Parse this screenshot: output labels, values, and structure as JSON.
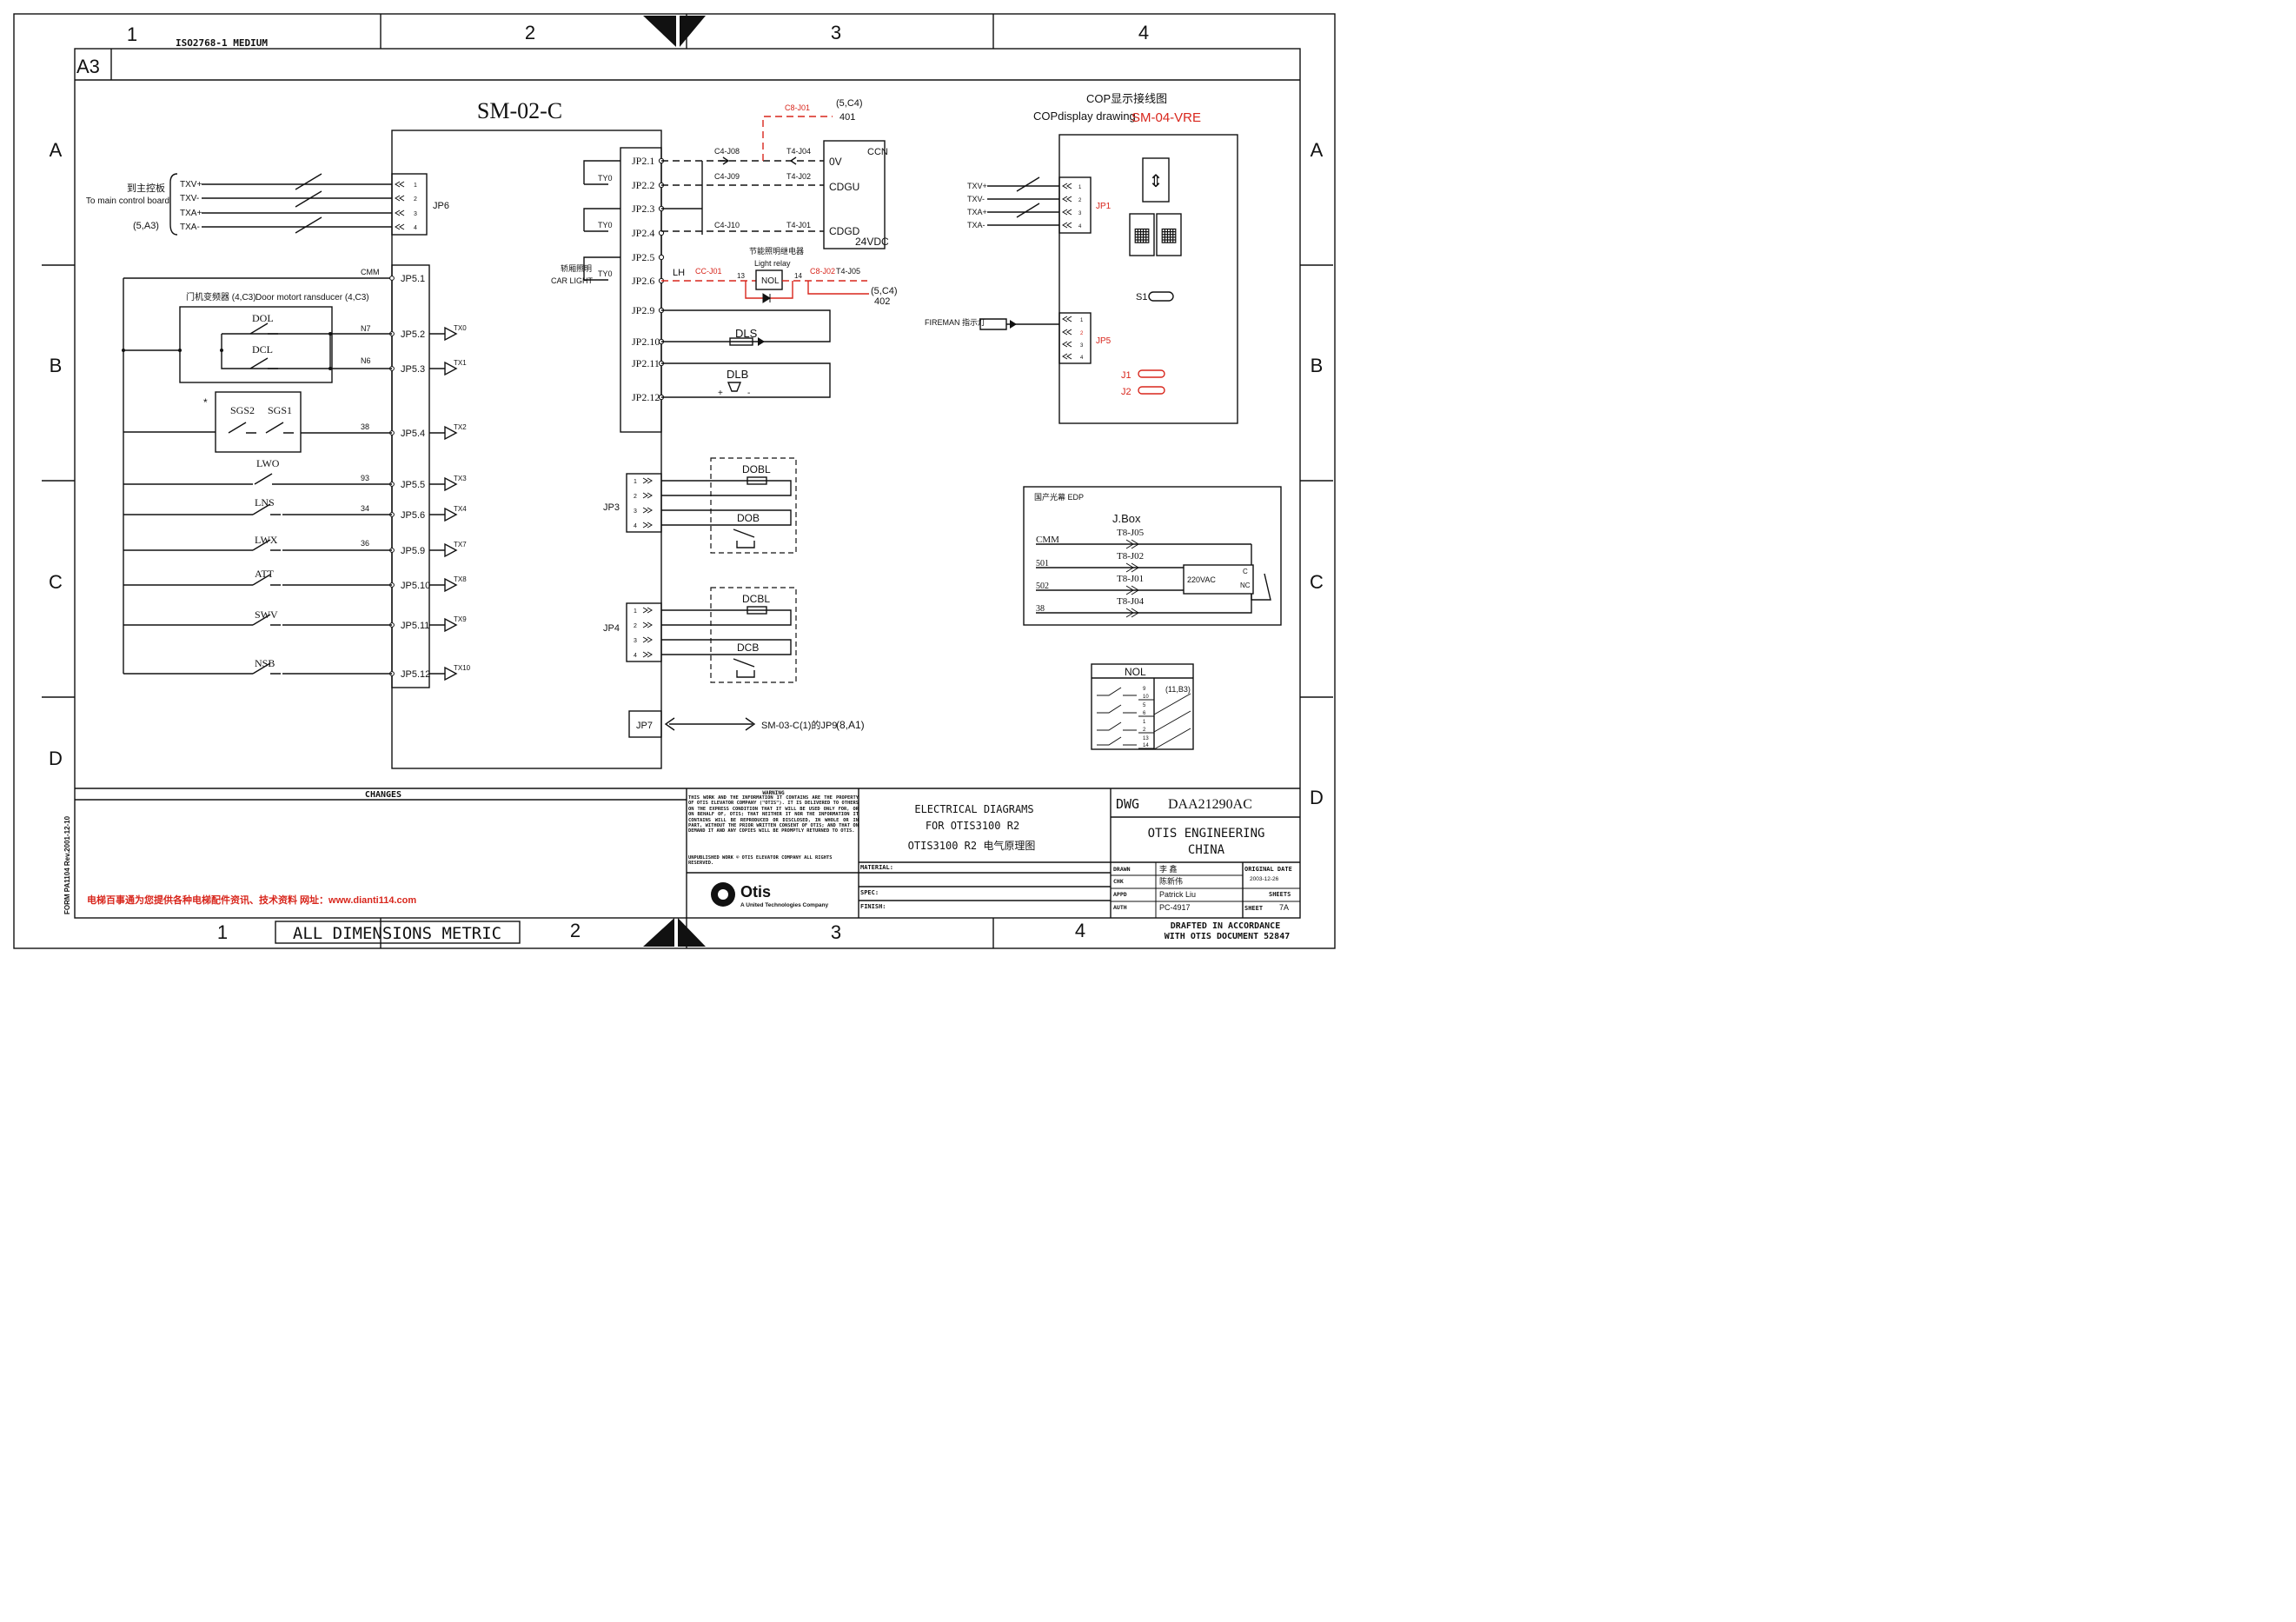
{
  "frame": {
    "zones_top": [
      "1",
      "2",
      "3",
      "4"
    ],
    "zones_bottom": [
      "1",
      "2",
      "3",
      "4"
    ],
    "rows_left": [
      "A",
      "B",
      "C",
      "D"
    ],
    "rows_right": [
      "A",
      "B",
      "C",
      "D"
    ],
    "paper_spec": "ISO2768-1 MEDIUM",
    "sheet_size": "A3",
    "dimensions_note": "ALL DIMENSIONS METRIC",
    "form_note": "FORM PA1104   Rev.2001-12-10",
    "watermark": "电梯百事通为您提供各种电梯配件资讯、技术资料    网址：www.dianti114.com"
  },
  "board": {
    "title": "SM-02-C",
    "jp6": {
      "label": "JP6",
      "pins": [
        "1",
        "2",
        "3",
        "4"
      ]
    },
    "main_board": {
      "cn": "到主控板",
      "en": "To main control board",
      "ref": "(5,A3)",
      "signals": [
        "TXV+",
        "TXV-",
        "TXA+",
        "TXA-"
      ]
    },
    "jp5_pins": [
      "JP5.1",
      "JP5.2",
      "JP5.3",
      "JP5.4",
      "JP5.5",
      "JP5.6",
      "JP5.9",
      "JP5.10",
      "JP5.11",
      "JP5.12"
    ],
    "tx_labels": [
      "TX0",
      "TX1",
      "TX2",
      "TX3",
      "TX4",
      "TX7",
      "TX8",
      "TX9",
      "TX10"
    ],
    "wire_numbers": [
      "CMM",
      "N7",
      "N6",
      "38",
      "93",
      "34",
      "36"
    ],
    "door_motor": {
      "cn": "门机变频器 (4,C3)",
      "en": "Door motort ransducer (4,C3)"
    },
    "switches": [
      "DOL",
      "DCL",
      "SGS2",
      "SGS1",
      "LWO",
      "LNS",
      "LWX",
      "ATT",
      "SWV",
      "NSB"
    ],
    "asterisk": "*",
    "jp2_pins": [
      "JP2.1",
      "JP2.2",
      "JP2.3",
      "JP2.4",
      "JP2.5",
      "JP2.6",
      "JP2.9",
      "JP2.10",
      "JP2.11",
      "JP2.12"
    ],
    "ty_labels": [
      "TY0",
      "TY0",
      "TY0"
    ],
    "car_light": {
      "cn": "轿厢照明",
      "en": "CAR LIGHT"
    },
    "lh": "LH",
    "connectors_red": [
      "C8-J01",
      "CC-J01",
      "C8-J02"
    ],
    "connectors": [
      "C4-J08",
      "C4-J09",
      "C4-J10",
      "T4-J04",
      "T4-J02",
      "T4-J01",
      "T4-J05"
    ],
    "ref_401": "(5,C4)",
    "wire_401": "401",
    "ref_402": "(5,C4)",
    "wire_402": "402",
    "ccn": {
      "title": "CCN",
      "pins": [
        "0V",
        "CDGU",
        "CDGD"
      ],
      "supply": "24VDC"
    },
    "light_relay": {
      "cn": "节能照明继电器",
      "en": "Light relay",
      "name": "NOL",
      "pins": [
        "13",
        "14"
      ]
    },
    "dls": "DLS",
    "dlb": "DLB",
    "dlb_polarity": [
      "+",
      "-"
    ],
    "jp3": {
      "label": "JP3",
      "pins": [
        "1",
        "2",
        "3",
        "4"
      ]
    },
    "jp4": {
      "label": "JP4",
      "pins": [
        "1",
        "2",
        "3",
        "4"
      ]
    },
    "dobl": "DOBL",
    "dob": "DOB",
    "dcbl": "DCBL",
    "dcb": "DCB",
    "jp7": {
      "label": "JP7",
      "target": "SM-03-C(1)的JP9",
      "ref": "(8,A1)"
    }
  },
  "cop": {
    "title_cn": "COP显示接线图",
    "title_en": "COPdisplay drawing",
    "model": "SM-04-VRE",
    "signals": [
      "TXV+",
      "TXV-",
      "TXA+",
      "TXA-"
    ],
    "jp1": {
      "label": "JP1",
      "pins": [
        "1",
        "2",
        "3",
        "4"
      ]
    },
    "jp5": {
      "label": "JP5",
      "pins": [
        "1",
        "2",
        "3",
        "4"
      ]
    },
    "s1": "S1",
    "fireman": "FIREMAN 指示灯",
    "jumpers": [
      "J1",
      "J2"
    ]
  },
  "edp": {
    "title": "国产光幕  EDP",
    "jbox": "J.Box",
    "wires": [
      "CMM",
      "501",
      "502",
      "38"
    ],
    "connectors": [
      "T8-J05",
      "T8-J02",
      "T8-J01",
      "T8-J04"
    ],
    "supply": "220VAC",
    "contacts": [
      "C",
      "NC"
    ]
  },
  "nol_table": {
    "title": "NOL",
    "ref": "(11,B3)",
    "rows": [
      "9",
      "10",
      "5",
      "6",
      "1",
      "2",
      "13",
      "14"
    ]
  },
  "title_block": {
    "changes": "CHANGES",
    "warning_title": "WARNING",
    "warning_text": "THIS WORK AND THE INFORMATION IT CONTAINS ARE THE PROPERTY OF OTIS ELEVATOR COMPANY (\"OTIS\"). IT IS DELIVERED TO OTHERS ON THE EXPRESS CONDITION THAT IT WILL BE USED ONLY FOR, OR ON BEHALF OF, OTIS; THAT NEITHER IT NOR THE INFORMATION IT CONTAINS WILL BE REPRODUCED OR DISCLOSED, IN WHOLE OR IN PART, WITHOUT THE PRIOR WRITTEN CONSENT OF OTIS; AND THAT ON DEMAND IT AND ANY COPIES WILL BE PROMPTLY RETURNED TO OTIS.",
    "unpublished": "UNPUBLISHED WORK © OTIS ELEVATOR COMPANY ALL RIGHTS RESERVED.",
    "logo": "Otis",
    "logo_tagline": "A United Technologies Company",
    "title_lines": [
      "ELECTRICAL DIAGRAMS",
      "FOR OTIS3100 R2",
      "OTIS3100 R2 电气原理图"
    ],
    "fields": [
      "MATERIAL:",
      "SPEC:",
      "FINISH:"
    ],
    "dwg_label": "DWG",
    "dwg_number": "DAA21290AC",
    "company": [
      "OTIS ENGINEERING",
      "CHINA"
    ],
    "sign_rows": [
      {
        "role": "DRAWN",
        "name": "李 鑫"
      },
      {
        "role": "CHK",
        "name": "陈新伟"
      },
      {
        "role": "APPD",
        "name": "Patrick Liu"
      },
      {
        "role": "AUTH",
        "name": "PC-4917"
      }
    ],
    "original_date_label": "ORIGINAL DATE",
    "original_date": "2003-12-26",
    "sheets_label": "SHEETS",
    "sheet_label": "SHEET",
    "sheet_value": "7A",
    "drafted_note": [
      "DRAFTED IN ACCORDANCE",
      "WITH OTIS DOCUMENT 52847"
    ]
  }
}
